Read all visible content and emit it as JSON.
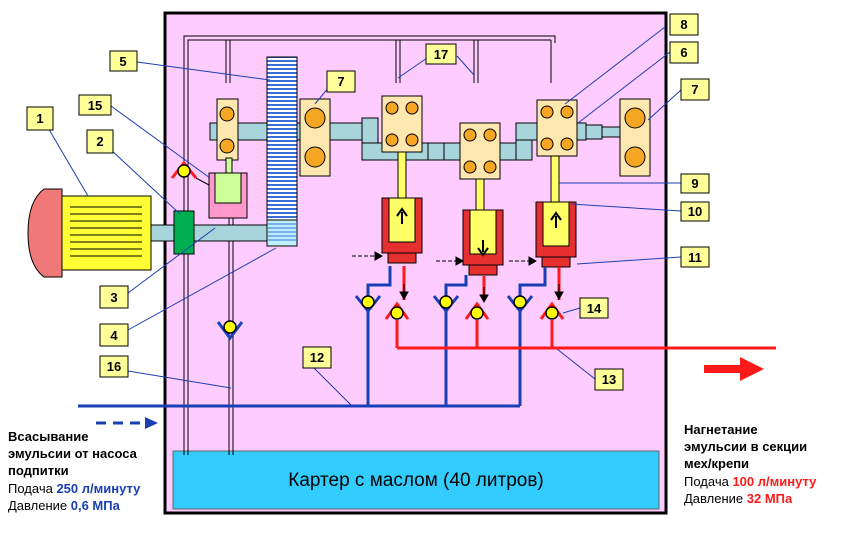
{
  "callouts": [
    "1",
    "2",
    "3",
    "4",
    "5",
    "6",
    "7",
    "7",
    "8",
    "9",
    "10",
    "11",
    "12",
    "13",
    "14",
    "15",
    "16",
    "17"
  ],
  "crankcase": {
    "label": "Картер с маслом (40 литров)"
  },
  "suction": {
    "title_1": "Всасывание",
    "title_2": "эмульсии от насоса",
    "title_3": "подпитки",
    "flow_label": "Подача ",
    "flow_value": "250 л/минуту",
    "pressure_label": "Давление ",
    "pressure_value": "0,6 МПа"
  },
  "discharge": {
    "title_1": "Нагнетание",
    "title_2": "эмульсии в секции",
    "title_3": "мех/крепи",
    "flow_label": "Подача ",
    "flow_value": "100 л/минуту",
    "pressure_label": "Давление ",
    "pressure_value": "32 МПа"
  },
  "colors": {
    "background": "#ffffff",
    "housing_fill": "#ffccff",
    "crankcase_fill": "#33ccff",
    "motor_yellow": "#ffff33",
    "motor_end": "#f07878",
    "coupling_green": "#00b050",
    "shaft": "#a8d4dc",
    "bearing_ball": "#f5a623",
    "cylinder_red": "#e63030",
    "label_box": "#ffff99",
    "suction_blue": "#1a3fb5",
    "pressure_red": "#ff1a1a",
    "text_blue": "#1a3fb5",
    "text_red": "#ff1a1a"
  },
  "icons": {
    "motor": "electric-motor-icon",
    "coupling": "coupling-icon",
    "gear": "gear-icon",
    "bearing": "bearing-icon",
    "piston": "piston-icon",
    "check_valve": "check-valve-icon",
    "relief_valve": "relief-valve-icon",
    "arrow": "flow-arrow-icon"
  }
}
